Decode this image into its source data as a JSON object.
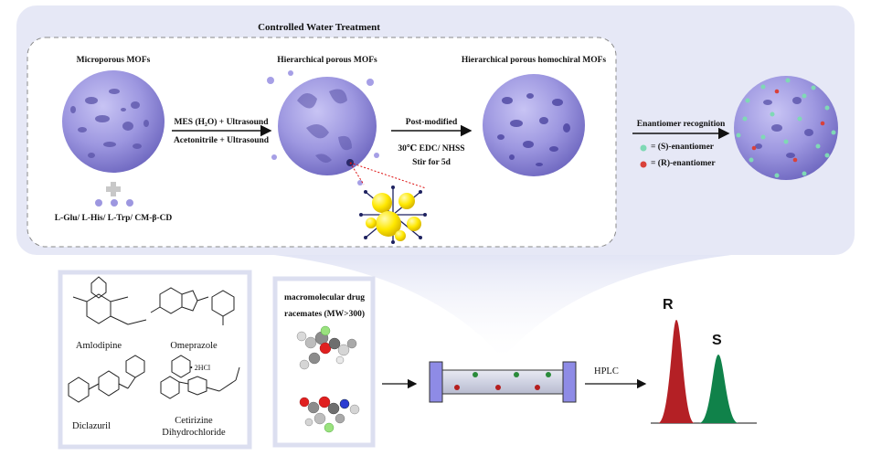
{
  "top_panel": {
    "title": "Controlled Water Treatment",
    "step1_label": "Microporous MOFs",
    "precursors_label": "L-Glu/ L-His/ L-Trp/ CM-β-CD",
    "arrow1_top": "MES (H₂O) + Ultrasound",
    "arrow1_bottom": "Acetonitrile + Ultrasound",
    "step2_label": "Hierarchical porous MOFs",
    "arrow2_top": "Post-modified",
    "arrow2_bottom1": "30℃  EDC/ NHSS",
    "arrow2_bottom2": "Stir for 5d",
    "step3_label": "Hierarchical porous homochiral MOFs",
    "recognition_label": "Enantiomer recognition",
    "legend_s": "= (S)-enantiomer",
    "legend_r": "= (R)-enantiomer"
  },
  "drugs": {
    "amlodipine": "Amlodipine",
    "omeprazole": "Omeprazole",
    "diclazuril": "Diclazuril",
    "cetirizine_line1": "Cetirizine",
    "cetirizine_line2": "Dihydrochloride",
    "hcl_tag": "• 2HCl"
  },
  "racemates": {
    "line1": "macromolecular drug",
    "line2": "racemates (MW>300)"
  },
  "hplc_label": "HPLC",
  "chromatogram": {
    "peak_r_label": "R",
    "peak_s_label": "S"
  },
  "colors": {
    "mof": "#9d97e0",
    "panel": "#e6e8f6",
    "s_enantiomer": "#7fd9b5",
    "r_enantiomer": "#d9413a",
    "peak_r": "#b42025",
    "peak_s": "#10824a",
    "column_cap": "#8e8be6",
    "node": "#ffe800"
  }
}
